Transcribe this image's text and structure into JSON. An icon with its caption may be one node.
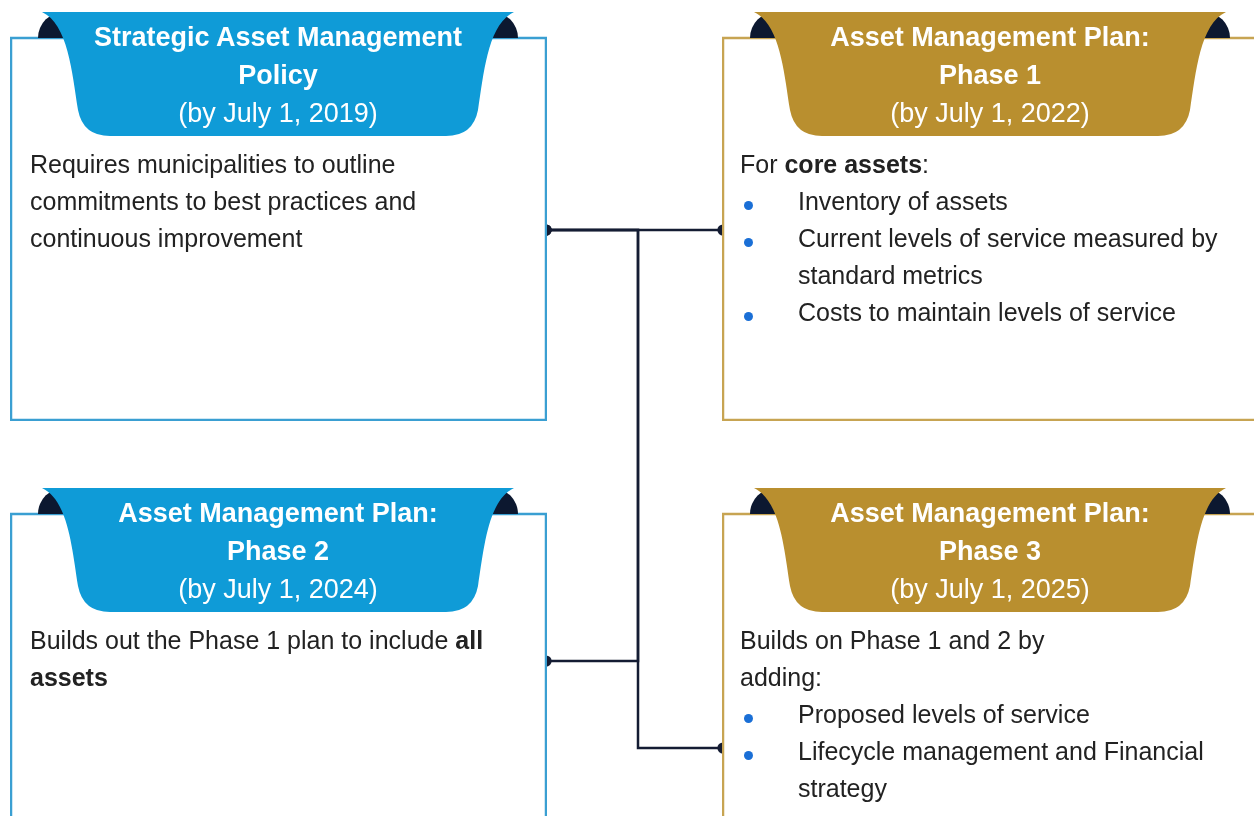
{
  "diagram": {
    "nodes": [
      {
        "text": [
          "Strategic Asset Management Policy",
          "(by July 1, 2019)",
          "Requires municipalities to outline commitments to best practices and continuous improvement"
        ]
      },
      {
        "text": [
          "Asset Management Plan: Phase 1",
          "(by July 1, 2022)",
          "For **core assets**:",
          "Inventory of assets",
          "Current levels of service measured by standard metrics",
          "Costs to maintain levels of service"
        ]
      },
      {
        "text": [
          "Asset Management Plan: Phase 2",
          "(by July 1, 2024)",
          "Builds out the Phase 1 plan to include **all assets**"
        ]
      },
      {
        "text": [
          "Asset Management Plan: Phase 3",
          "(by July 1, 2025)",
          "Builds on Phase 1 and 2 by adding:",
          "Proposed levels of service",
          "Lifecycle management and Financial strategy"
        ]
      }
    ],
    "edges": [
      {
        "from": 0,
        "to": 1,
        "arrow": "other"
      },
      {
        "from": 0,
        "to": 2,
        "arrow": "other"
      },
      {
        "from": 0,
        "to": 3,
        "arrow": "other"
      }
    ]
  }
}
